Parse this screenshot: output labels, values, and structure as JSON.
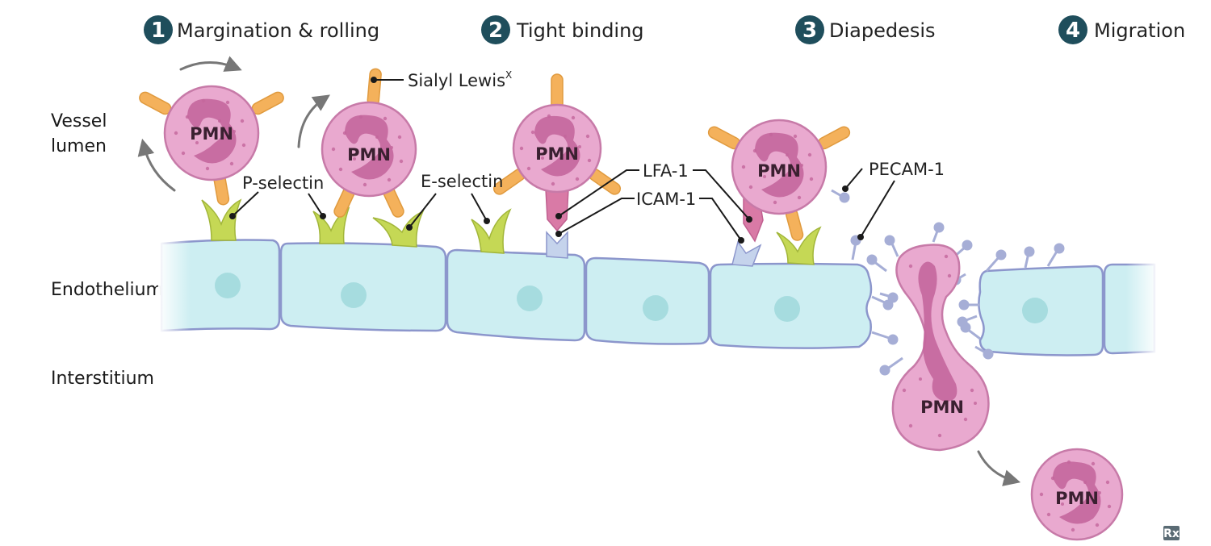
{
  "steps": [
    {
      "number": "1",
      "label": "Margination & rolling"
    },
    {
      "number": "2",
      "label": "Tight binding"
    },
    {
      "number": "3",
      "label": "Diapedesis"
    },
    {
      "number": "4",
      "label": "Migration"
    }
  ],
  "regions": {
    "vessel_line1": "Vessel",
    "vessel_line2": "lumen",
    "endothelium": "Endothelium",
    "interstitium": "Interstitium"
  },
  "molecules": {
    "sialyl_lewis": "Sialyl Lewis",
    "sialyl_lewis_sup": "X",
    "p_selectin": "P-selectin",
    "e_selectin": "E-selectin",
    "lfa1": "LFA-1",
    "icam1": "ICAM-1",
    "pecam1": "PECAM-1"
  },
  "cell_label": "PMN",
  "logo": "Rx",
  "colors": {
    "step_badge": "#1f4e5c",
    "pmn_fill": "#e9a9cf",
    "pmn_stroke": "#c77aa8",
    "nucleus": "#c4669c",
    "endothelium_fill": "#cdeef2",
    "endothelium_stroke": "#8c96cc",
    "endo_nucleus": "#a6dcdf",
    "sialyl": "#f4b15b",
    "selectin": "#c5d855",
    "icam": "#c5d3ec",
    "pecam": "#a6aed6",
    "arrow": "#777777"
  }
}
